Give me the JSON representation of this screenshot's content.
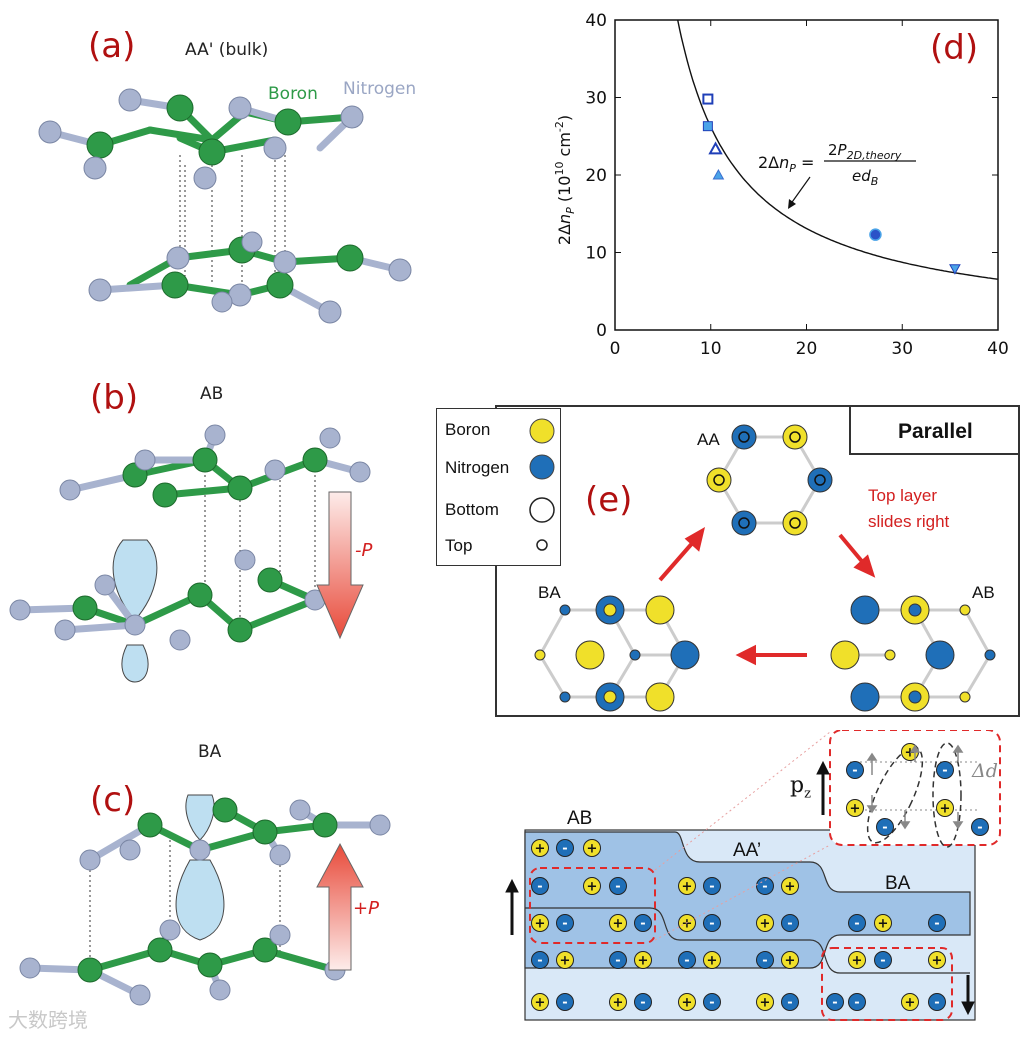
{
  "panels": {
    "a": {
      "label": "(a)",
      "title": "AA' (bulk)",
      "boron": "Boron",
      "nitrogen": "Nitrogen"
    },
    "b": {
      "label": "(b)",
      "title": "AB",
      "arrow": "-P"
    },
    "c": {
      "label": "(c)",
      "title": "BA",
      "arrow": "+P"
    },
    "d": {
      "label": "(d)"
    },
    "e": {
      "label": "(e)",
      "legend": {
        "boron": "Boron",
        "nitrogen": "Nitrogen",
        "bottom": "Bottom",
        "top": "Top"
      },
      "parallel": "Parallel",
      "aa": "AA",
      "ab": "AB",
      "ba": "BA",
      "note_line1": "Top layer",
      "note_line2": "slides right"
    },
    "f": {
      "ab": "AB",
      "aap": "AA’",
      "ba": "BA",
      "pz": "p",
      "pz_sub": "z",
      "delta": "Δd",
      "plus": "+",
      "minus": "-"
    }
  },
  "chart_data": {
    "type": "scatter",
    "ylabel": "2Δn_P (10^10 cm^-2)",
    "xlim": [
      0,
      40
    ],
    "ylim": [
      0,
      40
    ],
    "xticks": [
      0,
      10,
      20,
      30,
      40
    ],
    "yticks": [
      0,
      10,
      20,
      30,
      40
    ],
    "equation": {
      "lhs": "2Δn",
      "lhs_sub": "P",
      "num": "2P",
      "num_sub": "2D,theory",
      "den": "ed",
      "den_sub": "B"
    },
    "points": [
      {
        "x": 9.7,
        "y": 29.8,
        "marker": "square-open"
      },
      {
        "x": 9.7,
        "y": 26.3,
        "marker": "square"
      },
      {
        "x": 10.5,
        "y": 23.3,
        "marker": "triangle-open"
      },
      {
        "x": 10.8,
        "y": 20.0,
        "marker": "triangle"
      },
      {
        "x": 27.2,
        "y": 12.3,
        "marker": "circle"
      },
      {
        "x": 35.5,
        "y": 7.9,
        "marker": "triangle-down"
      }
    ],
    "curve": {
      "form": "y = k/x",
      "k": 262
    }
  },
  "colors": {
    "boron_green": "#2e9a48",
    "nitrogen_grey": "#a8b3cf",
    "panel_red": "#b01010",
    "hbn_yellow": "#f0e02a",
    "hbn_blue": "#1f6fb8",
    "slab_blue": "#9fc2e6",
    "slab_light": "#d9e8f7"
  },
  "watermark": "大数跨境"
}
